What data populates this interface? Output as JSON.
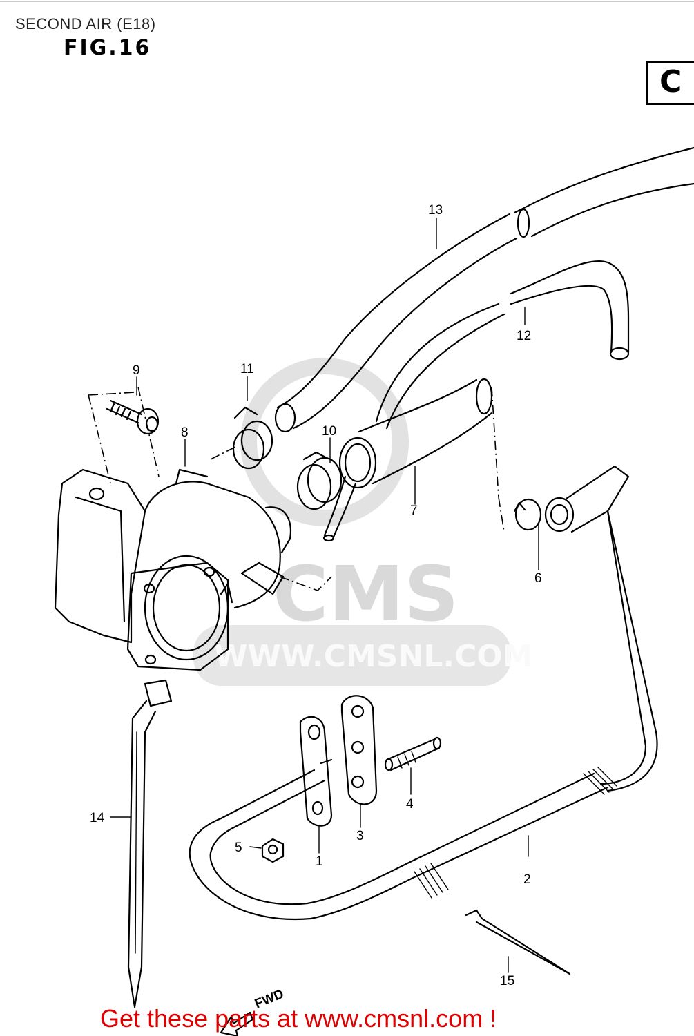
{
  "title": "SECOND AIR (E18)",
  "figure": "FIG.16",
  "reference_letter": "C",
  "direction_label": "FWD",
  "watermark": {
    "brand": "CMS",
    "url": "WWW.CMSNL.COM"
  },
  "footer": "Get these parts at www.cmsnl.com !",
  "callouts": [
    {
      "id": "1",
      "label": "1"
    },
    {
      "id": "2",
      "label": "2"
    },
    {
      "id": "3",
      "label": "3"
    },
    {
      "id": "4",
      "label": "4"
    },
    {
      "id": "5",
      "label": "5"
    },
    {
      "id": "6",
      "label": "6"
    },
    {
      "id": "7",
      "label": "7"
    },
    {
      "id": "8",
      "label": "8"
    },
    {
      "id": "9",
      "label": "9"
    },
    {
      "id": "10",
      "label": "10"
    },
    {
      "id": "11",
      "label": "11"
    },
    {
      "id": "12",
      "label": "12"
    },
    {
      "id": "13",
      "label": "13"
    },
    {
      "id": "14",
      "label": "14"
    },
    {
      "id": "15",
      "label": "15"
    }
  ]
}
